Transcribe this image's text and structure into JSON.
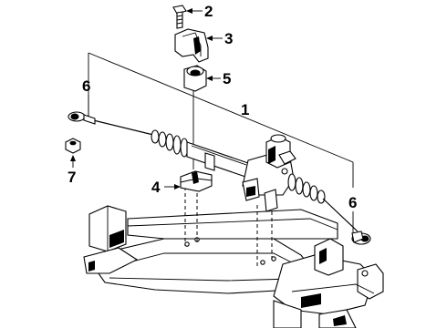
{
  "diagram": {
    "callouts": [
      {
        "id": "rack-assembly",
        "label": "1"
      },
      {
        "id": "bolt",
        "label": "2"
      },
      {
        "id": "bracket",
        "label": "3"
      },
      {
        "id": "clamp",
        "label": "4"
      },
      {
        "id": "bushing",
        "label": "5"
      },
      {
        "id": "tie-rod-end-left",
        "label": "6"
      },
      {
        "id": "tie-rod-end-right",
        "label": "6"
      },
      {
        "id": "nut",
        "label": "7"
      }
    ]
  }
}
